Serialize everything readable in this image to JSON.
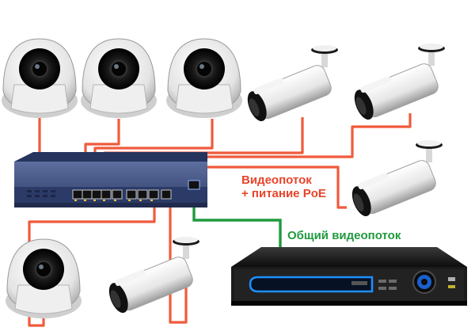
{
  "labels": {
    "poe_line1": "Видеопоток",
    "poe_line2": "+ питание PoE",
    "common_stream": "Общий видеопоток"
  },
  "colors": {
    "poe_cable": "#f05a3c",
    "stream_cable": "#1f9a3e",
    "poe_text": "#e8432a",
    "stream_text": "#1f9a3e",
    "switch_body": "#3a4a7a",
    "nvr_body": "#1a1a1a",
    "nvr_accent": "#1e8fff"
  },
  "devices": {
    "switch": {
      "name": "PoE switch",
      "ports": 9
    },
    "nvr": {
      "name": "NVR recorder"
    },
    "cameras": [
      {
        "type": "dome"
      },
      {
        "type": "dome"
      },
      {
        "type": "dome"
      },
      {
        "type": "bullet"
      },
      {
        "type": "bullet"
      },
      {
        "type": "bullet"
      },
      {
        "type": "dome"
      },
      {
        "type": "bullet"
      }
    ]
  }
}
